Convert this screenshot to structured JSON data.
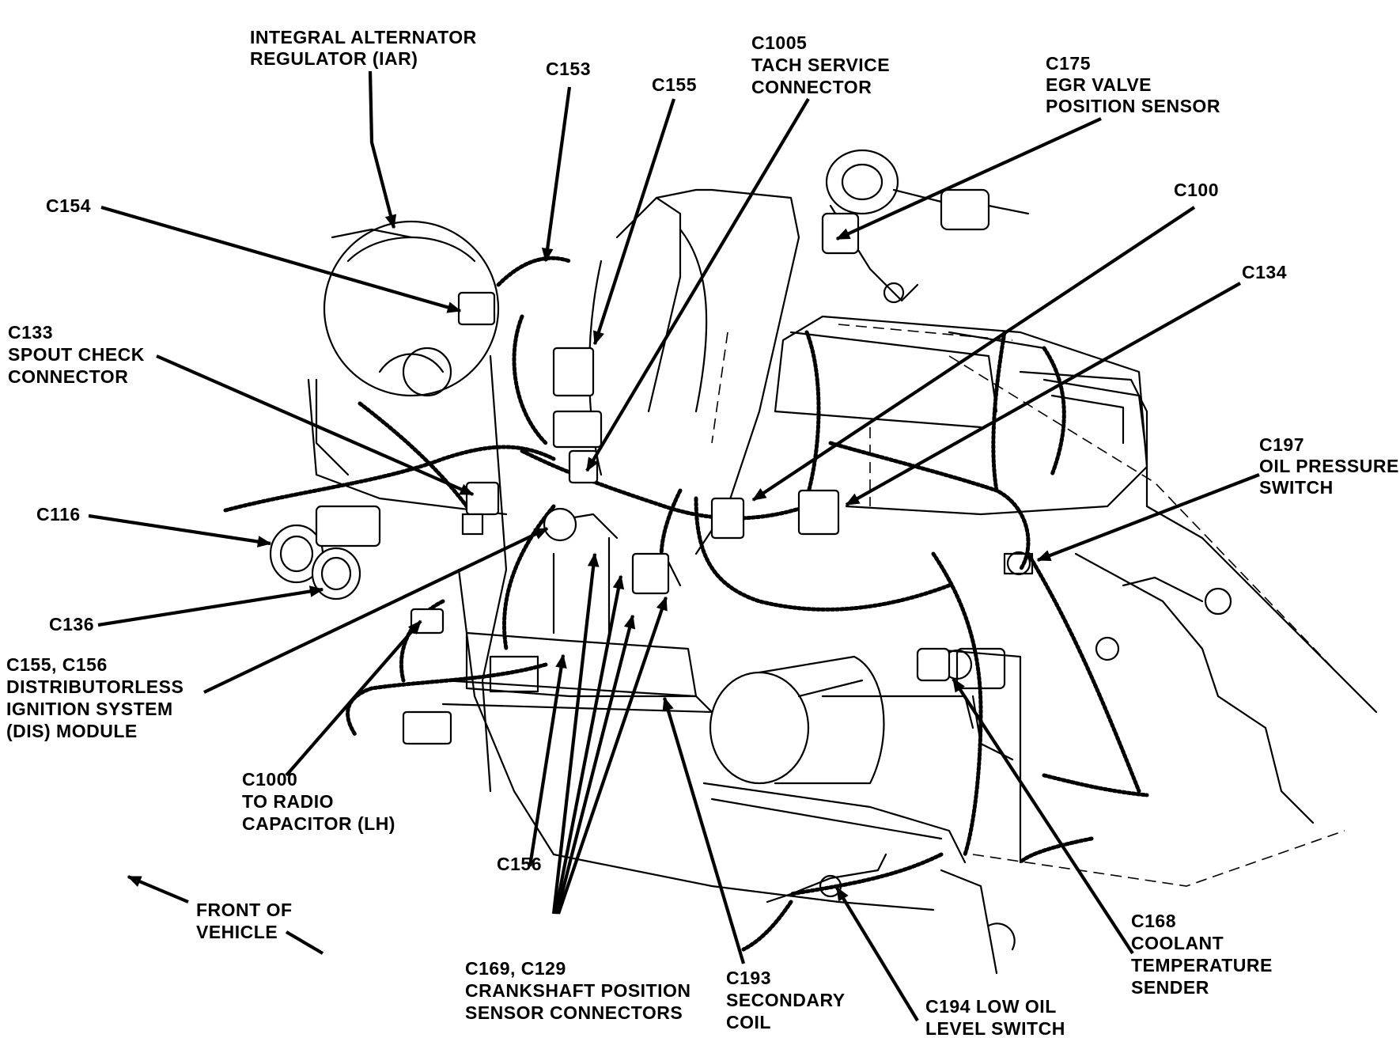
{
  "diagram": {
    "labels": [
      {
        "id": "iar",
        "lines": [
          "INTEGRAL ALTERNATOR",
          "REGULATOR (IAR)"
        ]
      },
      {
        "id": "c153",
        "lines": [
          "C153"
        ]
      },
      {
        "id": "c155-top",
        "lines": [
          "C155"
        ]
      },
      {
        "id": "c1005",
        "lines": [
          "C1005",
          "TACH SERVICE",
          "CONNECTOR"
        ]
      },
      {
        "id": "c175",
        "lines": [
          "C175",
          "EGR VALVE",
          "POSITION SENSOR"
        ]
      },
      {
        "id": "c154",
        "lines": [
          "C154"
        ]
      },
      {
        "id": "c100",
        "lines": [
          "C100"
        ]
      },
      {
        "id": "c134",
        "lines": [
          "C134"
        ]
      },
      {
        "id": "c133",
        "lines": [
          "C133",
          "SPOUT CHECK",
          "CONNECTOR"
        ]
      },
      {
        "id": "c197",
        "lines": [
          "C197",
          "OIL PRESSURE",
          "SWITCH"
        ]
      },
      {
        "id": "c116",
        "lines": [
          "C116"
        ]
      },
      {
        "id": "c136",
        "lines": [
          "C136"
        ]
      },
      {
        "id": "dis",
        "lines": [
          "C155, C156",
          "DISTRIBUTORLESS",
          "IGNITION SYSTEM",
          "(DIS) MODULE"
        ]
      },
      {
        "id": "c1000",
        "lines": [
          "C1000",
          "TO RADIO",
          "CAPACITOR (LH)"
        ]
      },
      {
        "id": "c156",
        "lines": [
          "C156"
        ]
      },
      {
        "id": "front",
        "lines": [
          "FRONT OF",
          "VEHICLE"
        ]
      },
      {
        "id": "c169",
        "lines": [
          "C169, C129",
          "CRANKSHAFT POSITION",
          "SENSOR CONNECTORS"
        ]
      },
      {
        "id": "c193",
        "lines": [
          "C193",
          "SECONDARY",
          "COIL"
        ]
      },
      {
        "id": "c194",
        "lines": [
          "C194 LOW OIL",
          "LEVEL SWITCH"
        ]
      },
      {
        "id": "c168",
        "lines": [
          "C168",
          "COOLANT",
          "TEMPERATURE",
          "SENDER"
        ]
      }
    ]
  }
}
